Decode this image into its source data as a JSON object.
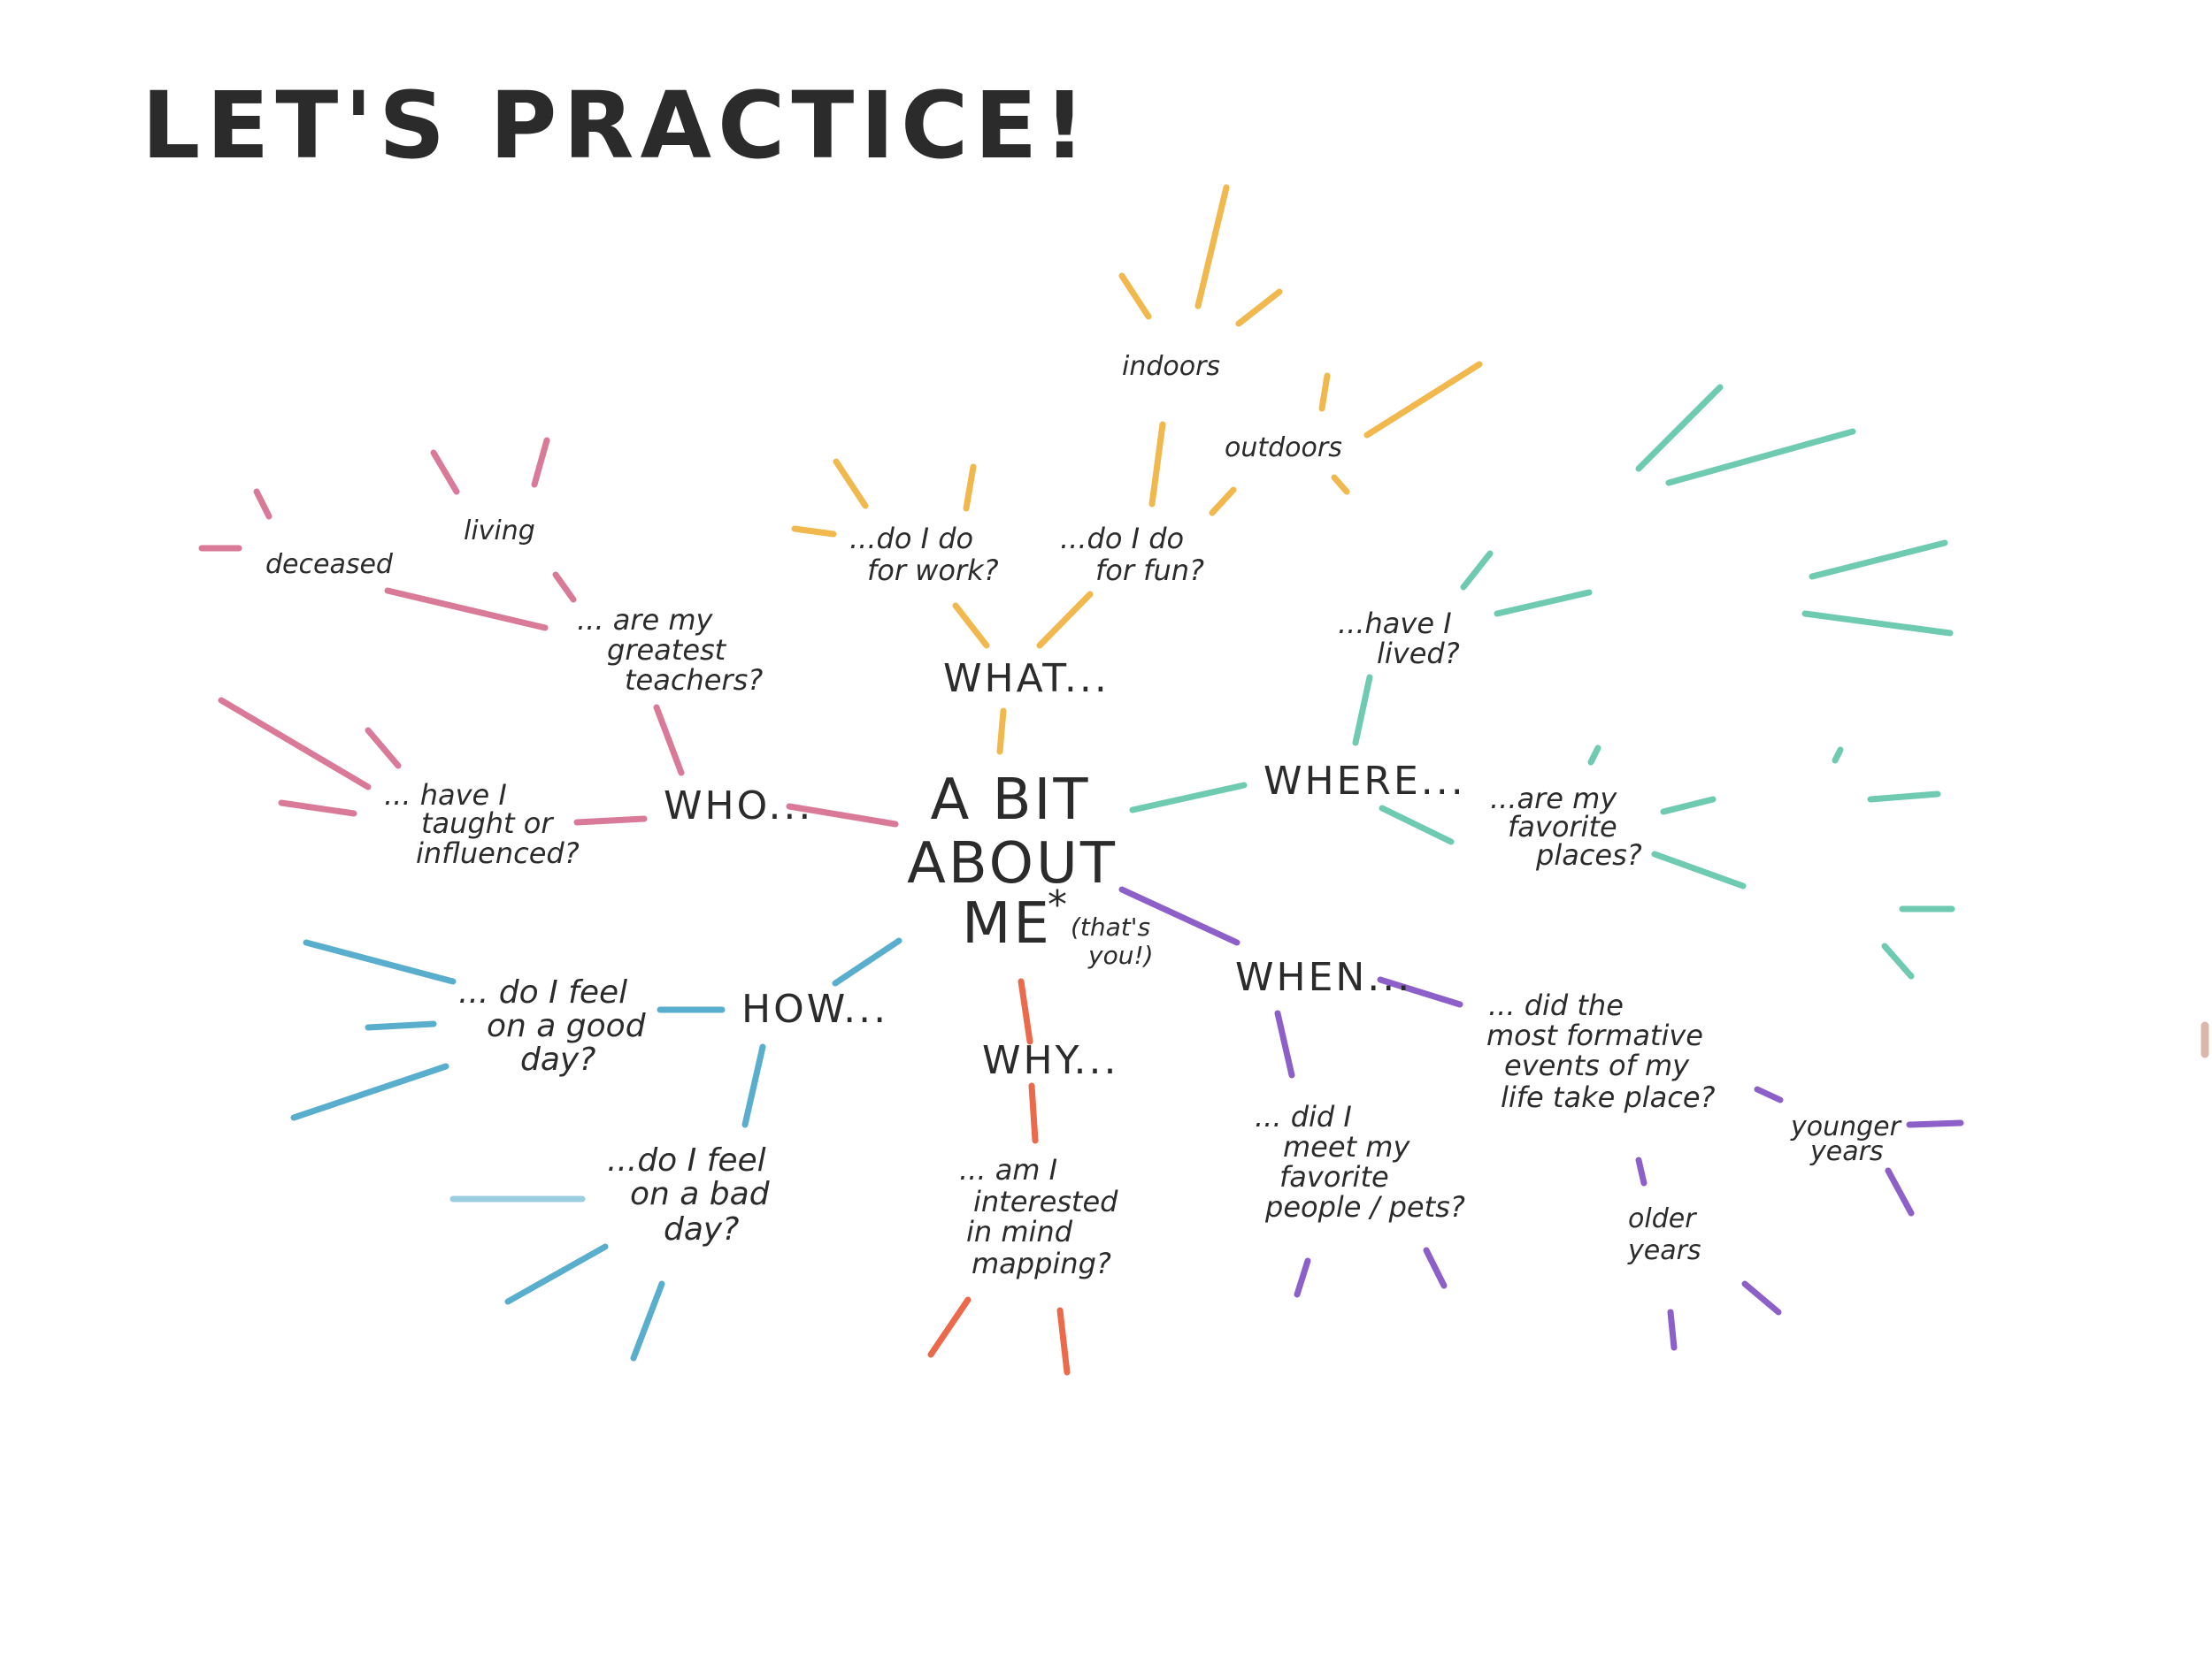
{
  "title": "LET'S PRACTICE!",
  "center": {
    "lines": [
      "A BIT",
      "ABOUT",
      "ME"
    ],
    "asterisk": "*",
    "note": [
      "(that's",
      "you!)"
    ]
  },
  "colors": {
    "what": "#f0b84d",
    "who": "#d97a98",
    "where": "#6fcab2",
    "how": "#5aaecd",
    "why": "#ec6a4c",
    "when": "#8d5fc9",
    "ink": "#2b2b2b",
    "stray": "#d8b8a8"
  },
  "branches": {
    "what": {
      "label": "WHAT...",
      "work": [
        "...do I do",
        "for work?"
      ],
      "fun": [
        "...do I do",
        "for fun?"
      ],
      "indoors": "indoors",
      "outdoors": "outdoors"
    },
    "who": {
      "label": "WHO...",
      "teachers": [
        "... are my",
        "greatest",
        "teachers?"
      ],
      "taught": [
        "... have I",
        "taught or",
        "influenced?"
      ],
      "living": "living",
      "deceased": "deceased"
    },
    "where": {
      "label": "WHERE...",
      "lived": [
        "...have I",
        "lived?"
      ],
      "places": [
        "...are my",
        "favorite",
        "places?"
      ]
    },
    "how": {
      "label": "HOW...",
      "good": [
        "... do I feel",
        "on a good",
        "day?"
      ],
      "bad": [
        "...do I feel",
        "on a bad",
        "day?"
      ]
    },
    "why": {
      "label": "WHY...",
      "mapping": [
        "... am I",
        "interested",
        "in mind",
        "mapping?"
      ]
    },
    "when": {
      "label": "WHEN...",
      "people": [
        "... did I",
        "meet my",
        "favorite",
        "people / pets?"
      ],
      "events": [
        "... did the",
        "most formative",
        "events of my",
        "life take place?"
      ],
      "younger": [
        "younger",
        "years"
      ],
      "older": [
        "older",
        "years"
      ]
    }
  }
}
